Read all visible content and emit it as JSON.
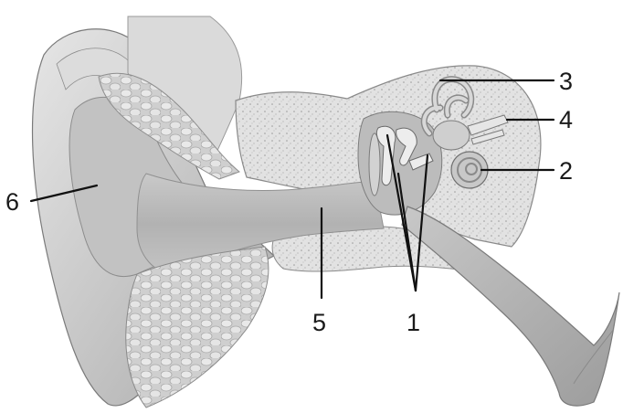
{
  "diagram": {
    "subject": "ear-anatomy-cross-section",
    "labels": {
      "ossicles": "1",
      "cochlea": "2",
      "semicircular_canals": "3",
      "auditory_nerve": "4",
      "ear_canal": "5",
      "pinna": "6"
    }
  },
  "colors": {
    "background": "#ffffff",
    "tissue_light": "#d6d6d6",
    "tissue_mid": "#bdbdbd",
    "tissue_dark": "#8f8f8f",
    "bone": "#e4e4e4",
    "outline": "#6f6f6f",
    "leader_line": "#111111"
  }
}
